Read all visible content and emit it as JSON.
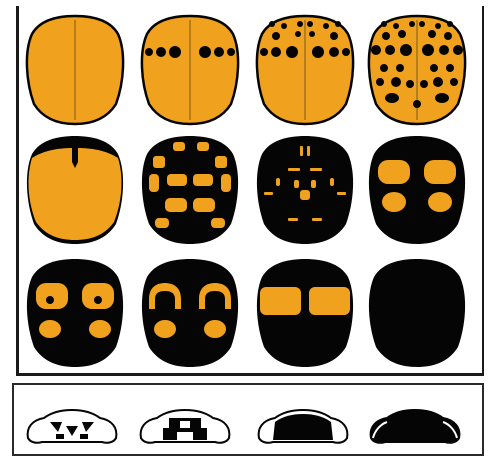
{
  "colors": {
    "elytra_orange": "#f0a21e",
    "melanic_black": "#050505",
    "frame": "#1a1a1a",
    "background": "#ffffff"
  },
  "elytra_grid": {
    "rows": 3,
    "columns": 4,
    "patterns": [
      "plain-orange",
      "six-spots",
      "many-small-spots",
      "dense-spots",
      "black-shoulders",
      "orange-blotches",
      "orange-dashes",
      "four-orange-patches",
      "four-patches-black-dots",
      "two-patches-with-hooks",
      "two-bars",
      "all-black"
    ]
  },
  "pronotum_row": {
    "count": 4,
    "patterns": [
      "white-with-dark-marks",
      "white-with-center-bar",
      "mostly-black-white-margin",
      "black-with-white-edge"
    ]
  }
}
